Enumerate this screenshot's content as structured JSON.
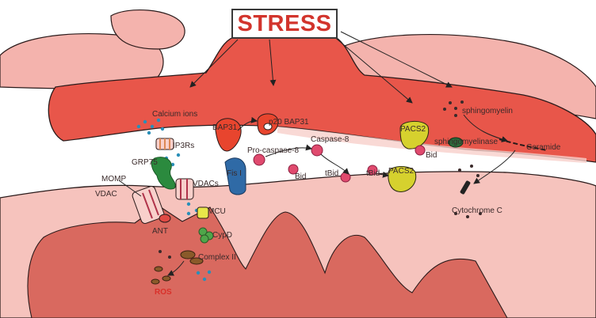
{
  "title": "STRESS",
  "labels": {
    "calcium_ions": "Calcium ions",
    "bap31": "BAP31",
    "p20_bap31": "p20 BAP31",
    "pacs2_top": "PACS2",
    "sphingomyelin": "sphingomyelin",
    "ip3rs": "IP3Rs",
    "pro_caspase8": "Pro-caspase-8",
    "caspase8": "Caspase-8",
    "sphingomyelinase": "sphingomyelinase",
    "bid_top": "Bid",
    "ceramide": "Ceramide",
    "grp75": "GRP75",
    "fis1": "Fis I",
    "bid_mid": "Bid",
    "tbid_1": "tBid",
    "tbid_2": "tBid",
    "pacs2_bottom": "PACS2",
    "momp": "MOMP",
    "vdacs": "VDACs",
    "vdac": "VDAC",
    "cytochrome_c": "Cytochrome C",
    "mcu": "MCU",
    "ant": "ANT",
    "cypd": "CypD",
    "complex_ii": "Complex II",
    "ros": "ROS"
  },
  "colors": {
    "stress_text": "#d2342c",
    "er_red": "#e8564a",
    "er_light": "#f4b3ad",
    "mito_outer": "#f6c3bd",
    "mito_inner": "#d9695f",
    "pacs2": "#d6d12e",
    "fis1": "#2f6aa6",
    "grp75": "#2b8a3e",
    "bap31": "#e8452e",
    "calcium": "#2a8fb8",
    "protein_pink": "#e04a6e"
  }
}
